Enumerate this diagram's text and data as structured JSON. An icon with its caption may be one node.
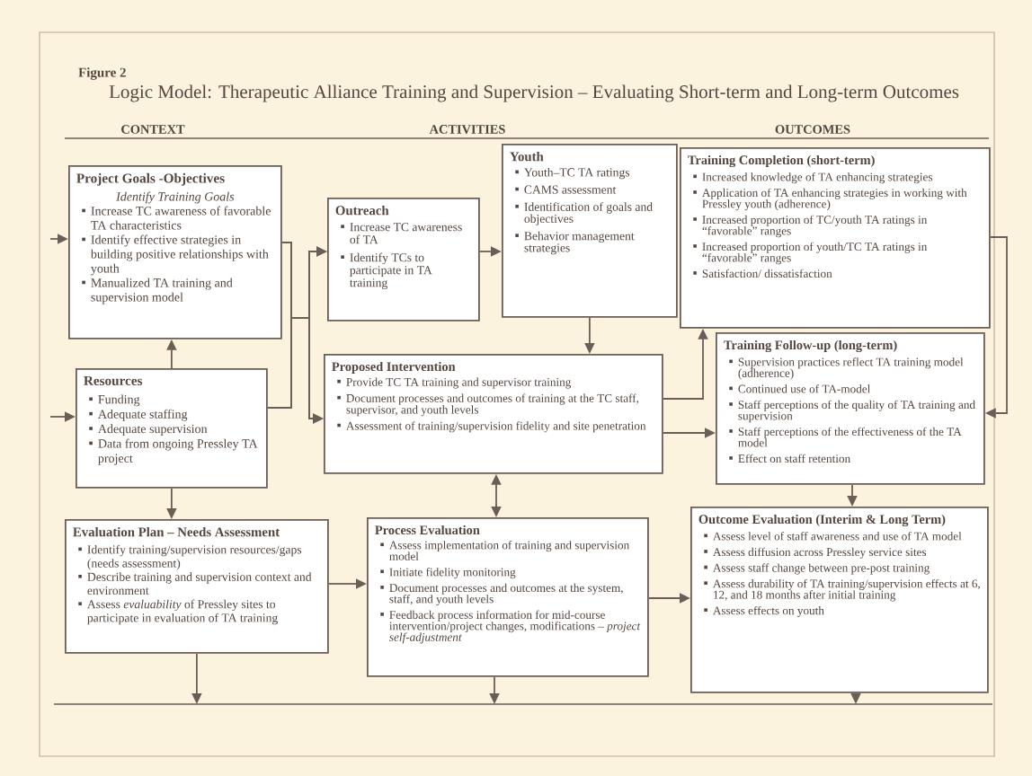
{
  "diagram": {
    "title": "Logic Model: Therapeutic Alliance Training and Supervision – Evaluating Short-term and Long-term Outcomes",
    "nodes": [
      {
        "text": [
          "Project Goals -Objectives",
          "Identify Training Goals",
          "Increase TC awareness of favorable TA characteristics",
          "Identify effective strategies in building positive relationships with youth",
          "Manualized TA training and supervision model"
        ]
      },
      {
        "text": [
          "Resources",
          "Funding",
          "Adequate staffing",
          "Adequate supervision",
          "Data from ongoing Pressley TA project"
        ]
      },
      {
        "text": [
          "Evaluation Plan – Needs Assessment",
          "Identify training/supervision resources/gaps (needs assessment)",
          "Describe training and supervision context and environment",
          "Assess *evaluability* of Pressley sites to participate in evaluation of TA training"
        ]
      },
      {
        "text": [
          "Outreach",
          "Increase TC awareness of TA",
          "Identify TCs to participate in TA training"
        ]
      },
      {
        "text": [
          "Youth",
          "Youth–TC TA ratings",
          "CAMS assessment",
          "Identification of goals and objectives",
          "Behavior management strategies"
        ]
      },
      {
        "text": [
          "Proposed Intervention",
          "Provide TC TA training and supervisor training",
          "Document processes and outcomes of training at the TC staff, supervisor, and youth levels",
          "Assessment of training/supervision fidelity and site penetration"
        ]
      },
      {
        "text": [
          "Process Evaluation",
          "Assess implementation of training and supervision model",
          "Initiate fidelity monitoring",
          "Document processes and outcomes at the system, staff, and youth levels",
          "Feedback process information for mid-course intervention/project changes, modifications – *project self-adjustment*"
        ]
      },
      {
        "text": [
          "Training Completion (short-term)",
          "Increased knowledge of TA enhancing strategies",
          "Application of TA enhancing strategies in working with Pressley youth (adherence)",
          "Increased proportion of TC/youth TA ratings in “favorable” ranges",
          "Increased proportion of youth/TC TA ratings in “favorable” ranges",
          "Satisfaction/ dissatisfaction"
        ]
      },
      {
        "text": [
          "Training Follow-up (long-term)",
          "Supervision practices reflect TA training model (adherence)",
          "Continued use of TA-model",
          "Staff perceptions of the quality of TA training and supervision",
          "Staff perceptions of the effectiveness of the TA model",
          "Effect on staff retention"
        ]
      },
      {
        "text": [
          "Outcome Evaluation (Interim & Long Term)",
          "Assess level of staff awareness and use of TA model",
          "Assess diffusion across Pressley service sites",
          "Assess staff change between pre-post training",
          "Assess durability of TA training/supervision effects at 6, 12, and 18 months after initial training",
          "Assess effects on youth"
        ]
      }
    ],
    "edges": [
      {
        "from": null,
        "to": 0,
        "arrow": "to"
      },
      {
        "from": null,
        "to": 1,
        "arrow": "to"
      },
      {
        "from": 1,
        "to": 0,
        "arrow": "to"
      },
      {
        "from": 1,
        "to": 2,
        "arrow": "to"
      },
      {
        "from": 2,
        "to": null,
        "arrow": "to"
      },
      {
        "from": 0,
        "to": 3,
        "arrow": "to"
      },
      {
        "from": 0,
        "to": 5,
        "arrow": "to"
      },
      {
        "from": 1,
        "to": 3,
        "arrow": "to"
      },
      {
        "from": 1,
        "to": 5,
        "arrow": "to"
      },
      {
        "from": 2,
        "to": 6,
        "arrow": "to"
      },
      {
        "from": 3,
        "to": 4,
        "arrow": "to"
      },
      {
        "from": 4,
        "to": 5,
        "arrow": "to"
      },
      {
        "from": 5,
        "to": 6,
        "arrow": "both"
      },
      {
        "from": 5,
        "to": 7,
        "arrow": "to"
      },
      {
        "from": 5,
        "to": 8,
        "arrow": "to"
      },
      {
        "from": 7,
        "to": 8,
        "arrow": "to"
      },
      {
        "from": 8,
        "to": 9,
        "arrow": "to"
      },
      {
        "from": 6,
        "to": 9,
        "arrow": "to"
      },
      {
        "from": 6,
        "to": null,
        "arrow": "to"
      },
      {
        "from": 9,
        "to": null,
        "arrow": "to"
      }
    ],
    "labels": [
      "Figure 2",
      "CONTEXT",
      "ACTIVITIES",
      "OUTCOMES"
    ]
  }
}
